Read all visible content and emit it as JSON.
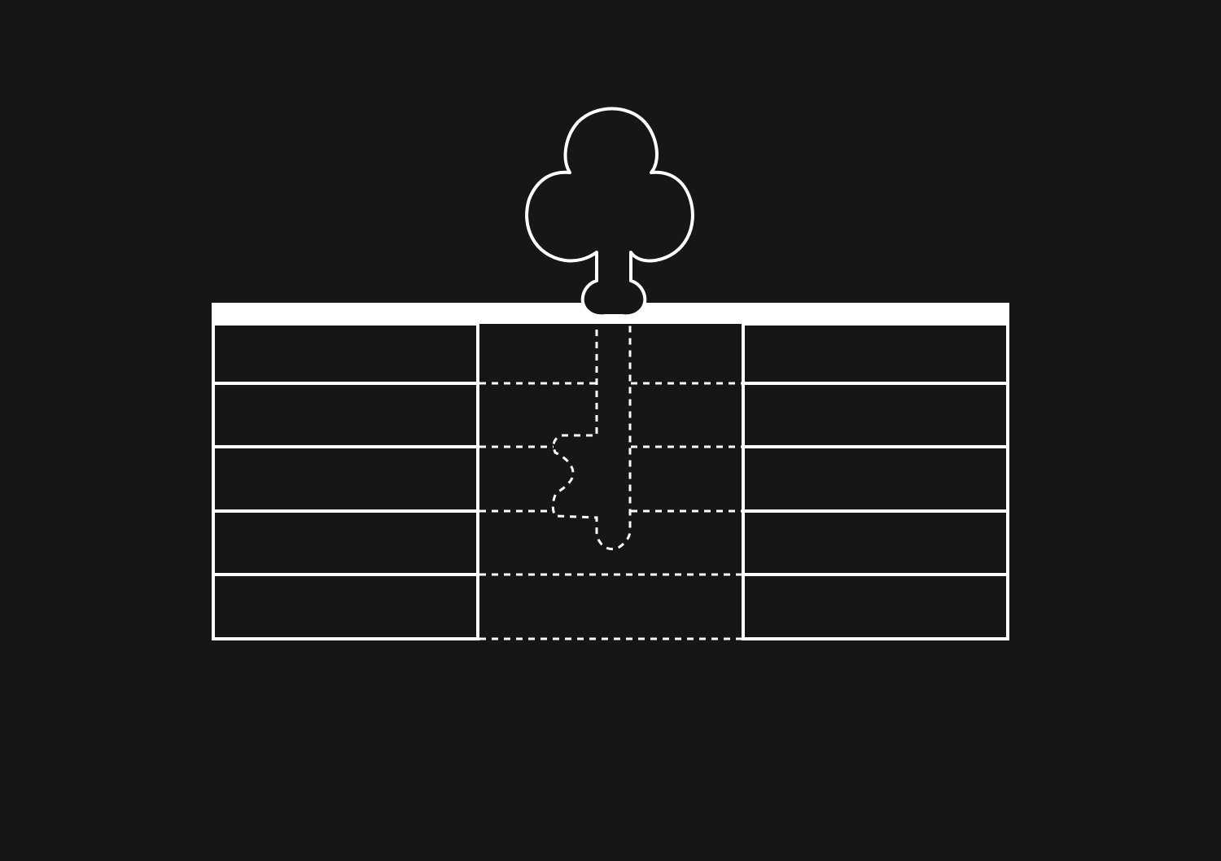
{
  "illustration": {
    "subject": "key-in-table",
    "key_icon": "key-icon",
    "table": {
      "columns": 3,
      "rows": 5,
      "hidden_column_index": 1
    }
  },
  "colors": {
    "background": "#161616",
    "stroke": "#ffffff",
    "fill": "#161616"
  }
}
